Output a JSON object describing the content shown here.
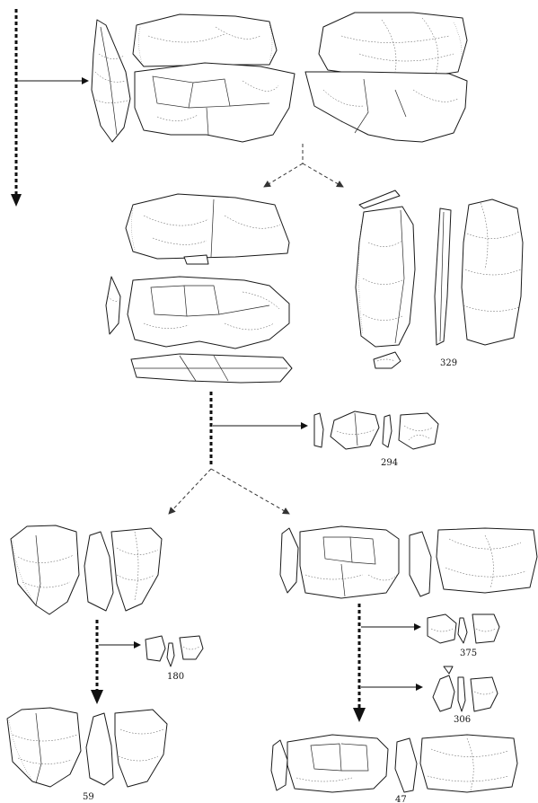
{
  "figure": {
    "labels": {
      "step_329": "329",
      "step_294": "294",
      "step_180": "180",
      "step_375": "375",
      "step_306": "306",
      "step_59": "59",
      "step_47": "47"
    }
  }
}
